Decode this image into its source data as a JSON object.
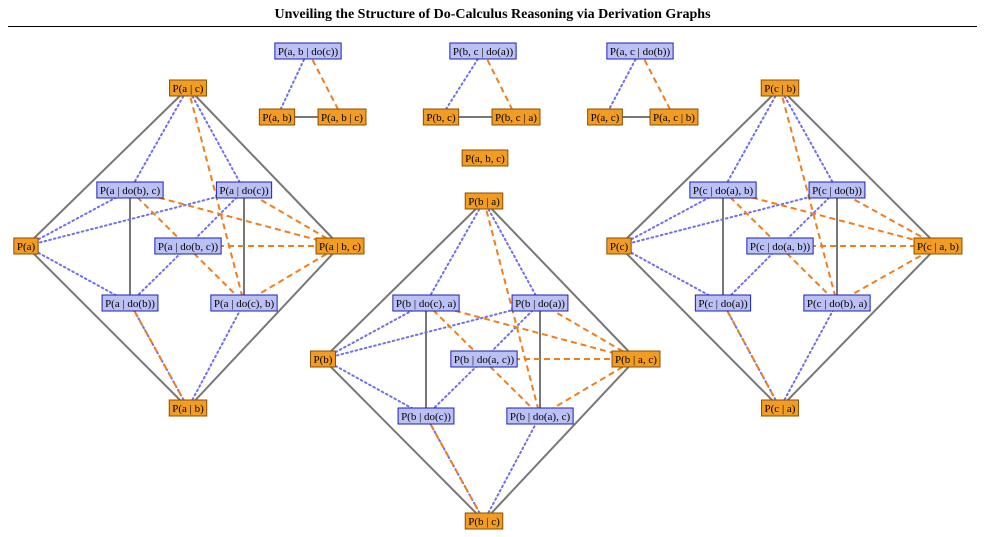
{
  "title": "Unveiling the Structure of Do-Calculus Reasoning via Derivation Graphs",
  "colors": {
    "observational": "#F29C22",
    "interventional": "#BCC1F5",
    "solid_edge": "#777777",
    "dashed_edge": "#EE7F1C",
    "dotted_edge": "#6F6FEF"
  },
  "nodes": {
    "t1_top": "P(a, b | do(c))",
    "t1_l": "P(a, b)",
    "t1_r": "P(a, b | c)",
    "t2_top": "P(b, c | do(a))",
    "t2_l": "P(b, c)",
    "t2_r": "P(b, c | a)",
    "t3_top": "P(a, c | do(b))",
    "t3_l": "P(a, c)",
    "t3_r": "P(a, c | b)",
    "center": "P(a, b, c)",
    "A_top": "P(a | c)",
    "A_left": "P(a)",
    "A_right": "P(a | b, c)",
    "A_bot": "P(a | b)",
    "A_q1": "P(a | do(b), c)",
    "A_q2": "P(a | do(c))",
    "A_q3": "P(a | do(b, c))",
    "A_q4": "P(a | do(b))",
    "A_q5": "P(a | do(c), b)",
    "B_top": "P(b | a)",
    "B_left": "P(b)",
    "B_right": "P(b | a, c)",
    "B_bot": "P(b | c)",
    "B_q1": "P(b | do(c), a)",
    "B_q2": "P(b | do(a))",
    "B_q3": "P(b | do(a, c))",
    "B_q4": "P(b | do(c))",
    "B_q5": "P(b | do(a), c)",
    "C_top": "P(c | b)",
    "C_left": "P(c)",
    "C_right": "P(c | a, b)",
    "C_bot": "P(c | a)",
    "C_q1": "P(c | do(a), b)",
    "C_q2": "P(c | do(b))",
    "C_q3": "P(c | do(a, b))",
    "C_q4": "P(c | do(a))",
    "C_q5": "P(c | do(b), a)"
  }
}
